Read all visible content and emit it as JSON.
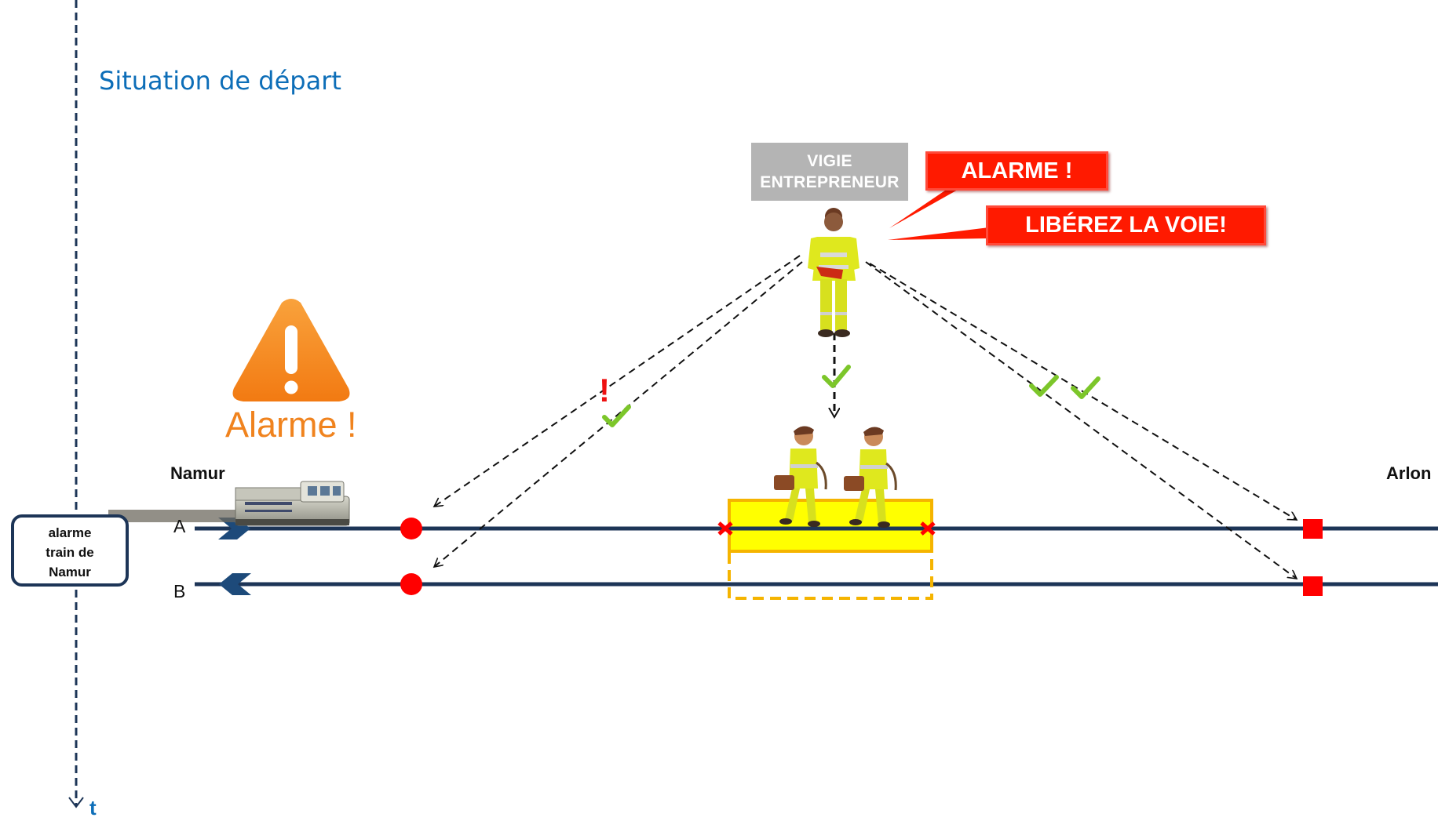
{
  "title": "Situation de départ",
  "stations": {
    "left": "Namur",
    "right": "Arlon"
  },
  "tracks": {
    "a_label": "A",
    "b_label": "B"
  },
  "warning": {
    "icon": "warning-triangle-icon",
    "text": "Alarme !"
  },
  "lookout": {
    "label": "VIGIE\nENTREPRENEUR"
  },
  "callouts": {
    "alarm": "ALARME !",
    "clear_track": "LIBÉREZ LA VOIE!"
  },
  "note": {
    "text": "alarme\ntrain de\nNamur"
  },
  "timeline": {
    "axis_label": "t"
  },
  "markers": {
    "exclamation": "!"
  },
  "colors": {
    "title": "#0d6eb8",
    "track": "#1d3557",
    "signal_red": "#ff0000",
    "work_zone_fill": "#ffff00",
    "work_zone_border": "#f5b400",
    "warning_orange": "#f0831e",
    "check_green": "#7cc62a"
  }
}
